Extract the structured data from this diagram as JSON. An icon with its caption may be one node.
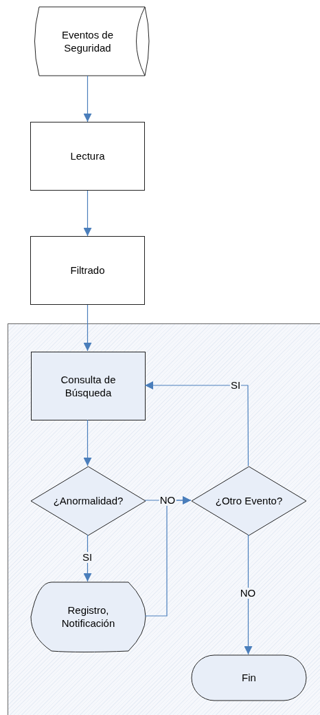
{
  "diagram": {
    "nodes": [
      {
        "text": [
          "Eventos de Seguridad"
        ]
      },
      {
        "text": [
          "Lectura"
        ]
      },
      {
        "text": [
          "Filtrado"
        ]
      },
      {
        "text": [],
        "shape": "box"
      },
      {
        "text": [
          "Consulta de Búsqueda"
        ],
        "in": 3
      },
      {
        "text": [
          "¿Anormalidad?"
        ],
        "in": 3
      },
      {
        "text": [
          "¿Otro Evento?"
        ],
        "in": 3
      },
      {
        "text": [
          "Registro, Notificación"
        ],
        "in": 3
      },
      {
        "text": [
          "Fin"
        ],
        "in": 3
      }
    ],
    "edges": [
      {
        "from": 0,
        "to": 1,
        "arrow": "to"
      },
      {
        "from": 1,
        "to": 2,
        "arrow": "to"
      },
      {
        "from": 2,
        "to": 4,
        "arrow": "to"
      },
      {
        "from": 4,
        "to": 5,
        "arrow": "to"
      },
      {
        "from": 5,
        "to": 6,
        "arrow": "to",
        "label": "NO"
      },
      {
        "from": 5,
        "to": 7,
        "arrow": "to",
        "label": "SI"
      },
      {
        "from": 7,
        "to": 6,
        "arrow": "to"
      },
      {
        "from": 6,
        "to": 4,
        "arrow": "to",
        "label": "SI"
      },
      {
        "from": 6,
        "to": 8,
        "arrow": "to",
        "label": "NO"
      }
    ]
  }
}
